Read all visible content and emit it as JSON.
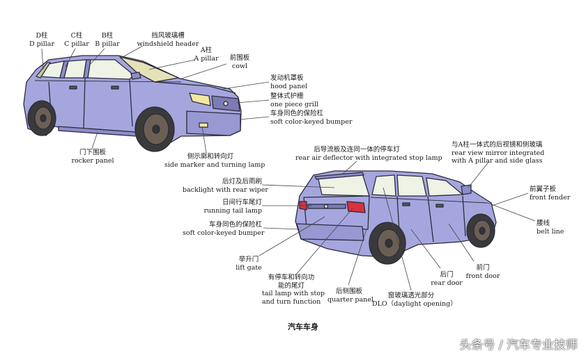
{
  "colors": {
    "body": "#a6a6de",
    "body_dark": "#8c8cc8",
    "glass": "#eef3e6",
    "glass_tint": "#e6e2b8",
    "outline": "#2b2b3d",
    "leader": "#444444",
    "tire": "#3a3a3a",
    "rim": "#6b5f55",
    "headlamp": "#f2e8a0",
    "taillamp": "#d8323c"
  },
  "labels": {
    "d_pillar": {
      "zh": "D柱",
      "en": "D pillar"
    },
    "c_pillar": {
      "zh": "C柱",
      "en": "C pillar"
    },
    "b_pillar": {
      "zh": "B柱",
      "en": "B pillar"
    },
    "windshield_header": {
      "zh": "挡风玻璃槽",
      "en": "windshield header"
    },
    "a_pillar": {
      "zh": "A柱",
      "en": "A pillar"
    },
    "cowl": {
      "zh": "前围板",
      "en": "cowl"
    },
    "hood_panel": {
      "zh": "发动机罩板",
      "en": "hood panel"
    },
    "grill": {
      "zh": "整体式护栅",
      "en": "one piece grill"
    },
    "front_bumper": {
      "zh": "车身同色的保险杠",
      "en": "soft color-keyed bumper"
    },
    "rocker_panel": {
      "zh": "门下围板",
      "en": "rocker panel"
    },
    "side_marker": {
      "zh": "侧示廓和转向灯",
      "en": "side marker and turning lamp"
    },
    "rear_deflector": {
      "zh": "后导流板及连同一体的停车灯",
      "en": "rear air deflector with integrated stop lamp"
    },
    "mirror": {
      "zh": "与A柱一体式的后视镜和侧玻璃",
      "en1": "rear view mirror integrated",
      "en2": "with A pillar and side glass"
    },
    "backlight": {
      "zh": "后灯及后雨刷",
      "en": "backlight with rear wiper"
    },
    "running_tail": {
      "zh": "日间行车尾灯",
      "en": "running tail lamp"
    },
    "rear_bumper": {
      "zh": "车身同色的保险杠",
      "en": "soft color-keyed bumper"
    },
    "lift_gate": {
      "zh": "举升门",
      "en": "lift gate"
    },
    "tail_lamp": {
      "zh1": "有停车和转向功",
      "zh2": "能的尾灯",
      "en1": "tail lamp with stop",
      "en2": "and turn function"
    },
    "quarter_panel": {
      "zh": "后侧围板",
      "en": "quarter panel"
    },
    "dlo": {
      "zh": "窗玻璃透光部分",
      "en": "DLO（daylight opening）"
    },
    "rear_door": {
      "zh": "后门",
      "en": "rear door"
    },
    "front_door": {
      "zh": "前门",
      "en": "front door"
    },
    "front_fender": {
      "zh": "前翼子板",
      "en": "front fender"
    },
    "belt_line": {
      "zh": "腰线",
      "en": "belt line"
    }
  },
  "caption": "汽车车身",
  "watermark": "头条号 / 汽车专业技师"
}
